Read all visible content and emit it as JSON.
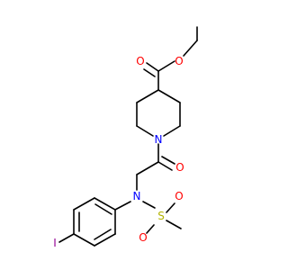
{
  "colors": {
    "bond": "#000000",
    "oxygen": "#ff0000",
    "nitrogen": "#0000ff",
    "sulfur": "#b3b300",
    "iodine": "#940094"
  },
  "atoms": {
    "o_carbonyl_ester": "O",
    "o_ether_ester": "O",
    "n_piperidine": "N",
    "o_amide": "O",
    "n_sulfonamide": "N",
    "s_sulfonyl": "S",
    "o_sulfonyl_left": "O",
    "o_sulfonyl_right": "O",
    "iodine": "I"
  }
}
